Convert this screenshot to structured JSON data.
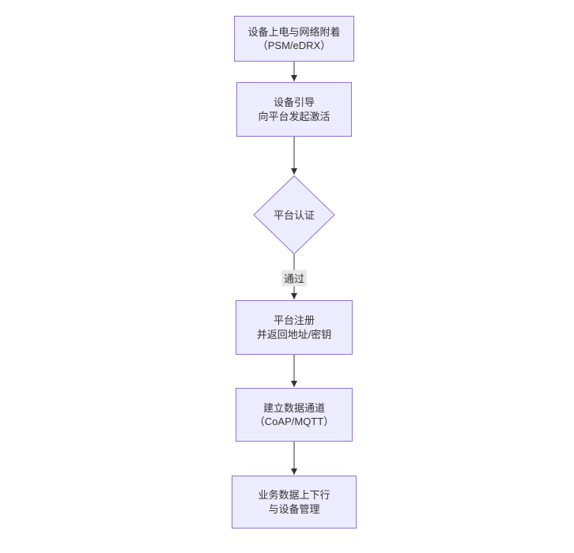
{
  "colors": {
    "canvas_bg": "#ffffff",
    "node_fill": "#ECECFF",
    "node_border": "#9370DB",
    "node_text": "#333333",
    "edge_line": "#333333",
    "edge_label_bg": "#e8e8e8"
  },
  "nodes": {
    "power_attach": {
      "line1": "设备上电与网络附着",
      "line2": "（PSM/eDRX）"
    },
    "bootstrap": {
      "line1": "设备引导",
      "line2": "向平台发起激活"
    },
    "auth": {
      "label": "平台认证"
    },
    "register": {
      "line1": "平台注册",
      "line2": "并返回地址/密钥"
    },
    "channel": {
      "line1": "建立数据通道",
      "line2": "（CoAP/MQTT）"
    },
    "business": {
      "line1": "业务数据上下行",
      "line2": "与设备管理"
    }
  },
  "edges": {
    "auth_pass_label": "通过"
  }
}
